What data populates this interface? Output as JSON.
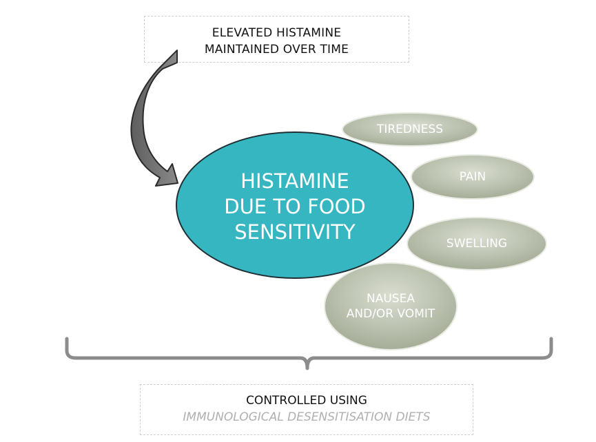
{
  "top_box": {
    "line1": "ELEVATED HISTAMINE",
    "line2": "MAINTAINED OVER TIME"
  },
  "center": {
    "line1": "HISTAMINE",
    "line2": "DUE TO FOOD",
    "line3": "SENSITIVITY"
  },
  "symptoms": {
    "tiredness": "TIREDNESS",
    "pain": "PAIN",
    "swelling": "SWELLING",
    "nausea_line1": "NAUSEA",
    "nausea_line2": "AND/OR VOMIT"
  },
  "bottom_box": {
    "line1": "CONTROLLED USING",
    "line2": "IMMUNOLOGICAL DESENSITISATION DIETS"
  },
  "colors": {
    "center": "#35b6c0",
    "pill": "#b4bba8",
    "arrow": "#707070",
    "bracket": "#8c8c8c"
  }
}
